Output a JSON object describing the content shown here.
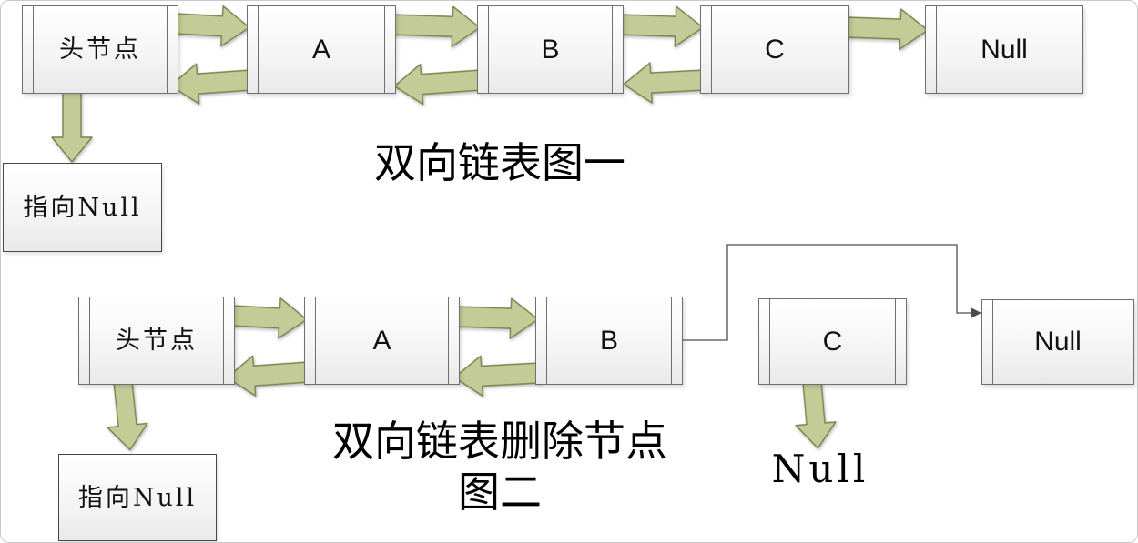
{
  "figure1": {
    "title": "双向链表图一",
    "nodes": [
      {
        "id": "head1",
        "label": "头节点",
        "kind": "list-node"
      },
      {
        "id": "a1",
        "label": "A",
        "kind": "list-node"
      },
      {
        "id": "b1",
        "label": "B",
        "kind": "list-node"
      },
      {
        "id": "c1",
        "label": "C",
        "kind": "list-node"
      },
      {
        "id": "null1",
        "label": "Null",
        "kind": "list-node"
      },
      {
        "id": "pnull1",
        "label": "指向Null",
        "kind": "note-box"
      }
    ],
    "edges": [
      {
        "id": "e1",
        "from": "head1",
        "to": "a1",
        "pointer": "next"
      },
      {
        "id": "e2",
        "from": "a1",
        "to": "head1",
        "pointer": "prev"
      },
      {
        "id": "e3",
        "from": "a1",
        "to": "b1",
        "pointer": "next"
      },
      {
        "id": "e4",
        "from": "b1",
        "to": "a1",
        "pointer": "prev"
      },
      {
        "id": "e5",
        "from": "b1",
        "to": "c1",
        "pointer": "next"
      },
      {
        "id": "e6",
        "from": "c1",
        "to": "b1",
        "pointer": "prev"
      },
      {
        "id": "e7",
        "from": "c1",
        "to": "null1",
        "pointer": "next"
      },
      {
        "id": "e8",
        "from": "head1",
        "to": "pnull1",
        "pointer": "prev"
      }
    ]
  },
  "figure2": {
    "title_line1": "双向链表删除节点",
    "title_line2": "图二",
    "null_label": "Null",
    "nodes": [
      {
        "id": "head2",
        "label": "头节点",
        "kind": "list-node"
      },
      {
        "id": "a2",
        "label": "A",
        "kind": "list-node"
      },
      {
        "id": "b2",
        "label": "B",
        "kind": "list-node"
      },
      {
        "id": "c2",
        "label": "C",
        "kind": "list-node"
      },
      {
        "id": "null2",
        "label": "Null",
        "kind": "list-node"
      },
      {
        "id": "pnull2",
        "label": "指向Null",
        "kind": "note-box"
      }
    ],
    "edges": [
      {
        "id": "e9",
        "from": "head2",
        "to": "a2",
        "pointer": "next"
      },
      {
        "id": "e10",
        "from": "a2",
        "to": "head2",
        "pointer": "prev"
      },
      {
        "id": "e11",
        "from": "a2",
        "to": "b2",
        "pointer": "next"
      },
      {
        "id": "e12",
        "from": "b2",
        "to": "a2",
        "pointer": "prev"
      },
      {
        "id": "e13",
        "from": "head2",
        "to": "pnull2",
        "pointer": "prev"
      },
      {
        "id": "e14",
        "from": "c2",
        "to": "null_label",
        "pointer": "next"
      },
      {
        "id": "e15",
        "from": "b2",
        "to": "null2",
        "pointer": "next",
        "style": "elbow-line"
      }
    ]
  },
  "colors": {
    "arrow_fill": "#c3cc97",
    "arrow_stroke": "#7d824f",
    "box_border": "#6f6f6f",
    "connector": "#4d4d4d"
  }
}
